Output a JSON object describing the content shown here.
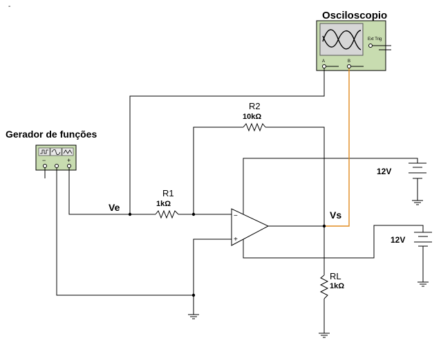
{
  "corner_mark": "-",
  "oscilloscope": {
    "title": "Osciloscopio",
    "ext_trig_label": "Ext Trig",
    "channel_a_label": "A",
    "channel_b_label": "B",
    "screen_color": "#d6d6d6",
    "body_color": "#c8dcb0"
  },
  "function_generator": {
    "title": "Gerador de funções",
    "minus_label": "−",
    "plus_label": "+",
    "body_color": "#c8dcb0"
  },
  "labels": {
    "ve": "Ve",
    "vs": "Vs"
  },
  "r1": {
    "name": "R1",
    "value": "1kΩ"
  },
  "r2": {
    "name": "R2",
    "value": "10kΩ"
  },
  "rl": {
    "name": "RL",
    "value": "1kΩ"
  },
  "opamp": {
    "minus": "−",
    "plus": "+"
  },
  "supply_top": {
    "voltage": "12V"
  },
  "supply_bottom": {
    "voltage": "12V"
  },
  "colors": {
    "probe_wire": "#e08a1e",
    "wire": "#000000"
  }
}
